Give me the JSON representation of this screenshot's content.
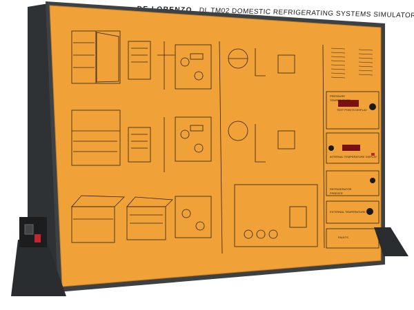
{
  "panel": {
    "brand": "DE LORENZO",
    "title": "DL TM02 DOMESTIC REFRIGERATING SYSTEMS SIMULATOR",
    "colors": {
      "panel_orange": "#f0a238",
      "frame": "#3a3d3f",
      "frame_dark": "#232527",
      "line": "#2a2018",
      "display": "#7a1010"
    }
  },
  "controls": {
    "pressure_label": "PRESSURE",
    "temperature_label": "TEMPERATURE",
    "test_points_display": "TEST POINTS DISPLAY",
    "internal_temperature_display": "INTERNAL TEMPERATURE DISPLAY",
    "refrigerator_label": "REFRIGERATOR",
    "freezer_label": "FREEZER",
    "external_label": "EXTERNAL TEMPERATURE",
    "faults_label": "FAULTS"
  },
  "icons": [
    "power-socket-icon",
    "power-switch-icon"
  ]
}
